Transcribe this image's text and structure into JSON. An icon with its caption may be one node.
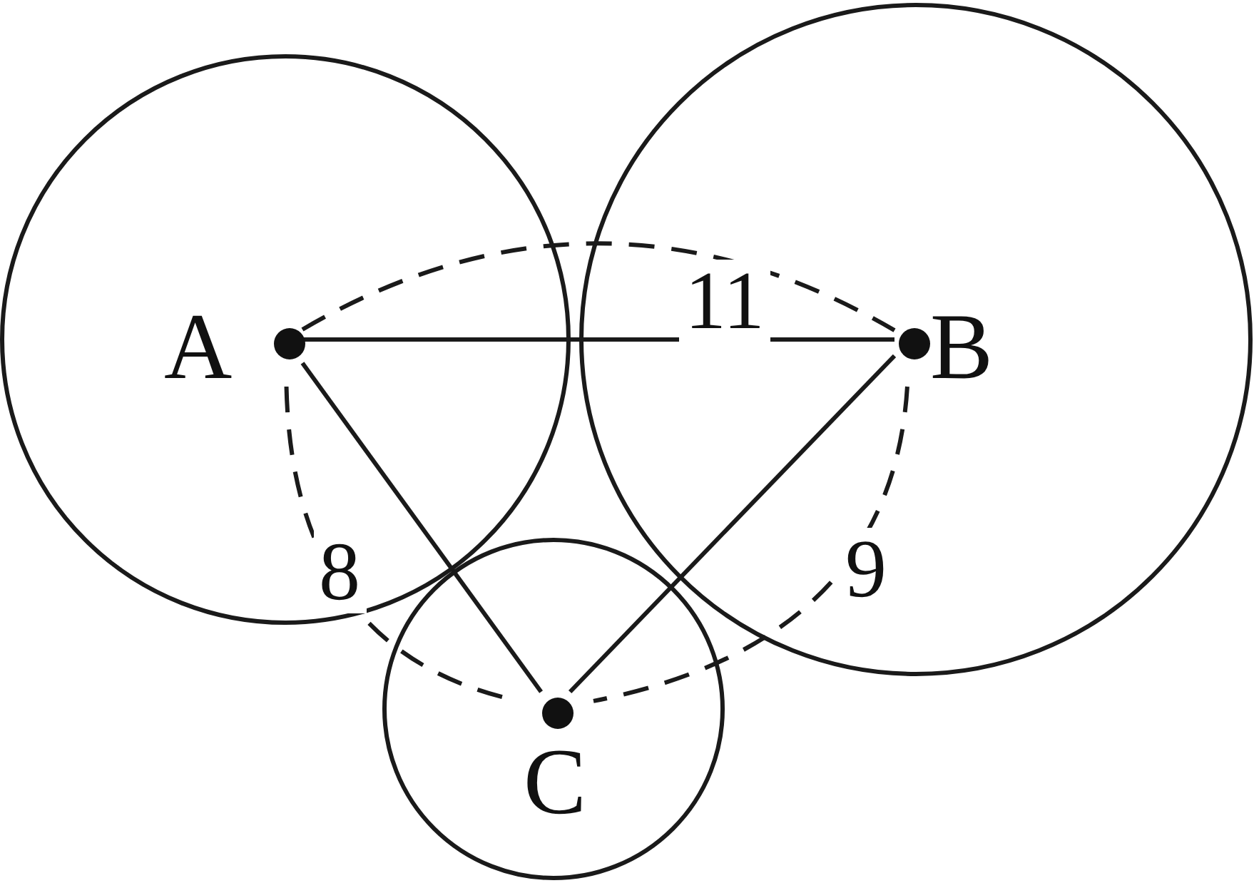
{
  "diagram": {
    "nodes": [
      {
        "text": [],
        "shape": "circle"
      },
      {
        "text": [
          "A"
        ],
        "in": 0
      },
      {
        "text": [],
        "shape": "circle"
      },
      {
        "text": [
          "B"
        ],
        "in": 2
      },
      {
        "text": [],
        "shape": "circle"
      },
      {
        "text": [
          "C"
        ],
        "in": 4
      }
    ],
    "edges": [
      {
        "from": 1,
        "to": 3,
        "arrow": "none"
      },
      {
        "from": 1,
        "to": 5,
        "arrow": "none"
      },
      {
        "from": 3,
        "to": 5,
        "arrow": "none"
      },
      {
        "from": 1,
        "to": 3,
        "arrow": "none",
        "style": "dashed",
        "label": "11"
      },
      {
        "from": 1,
        "to": 5,
        "arrow": "none",
        "style": "dashed",
        "label": "8"
      },
      {
        "from": 3,
        "to": 5,
        "arrow": "none",
        "style": "dashed",
        "label": "9"
      }
    ]
  }
}
